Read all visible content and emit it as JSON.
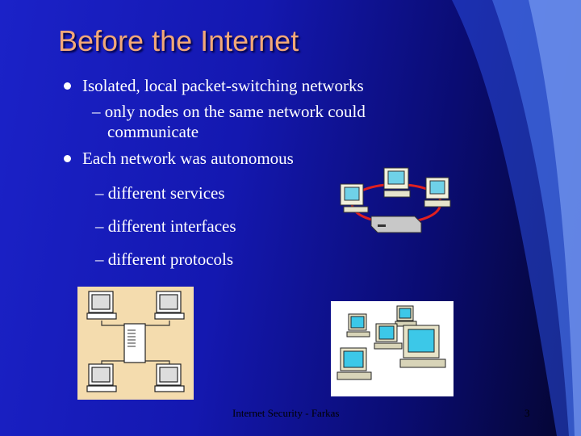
{
  "slide": {
    "title": "Before the Internet",
    "bullets": [
      {
        "text": "Isolated, local packet-switching networks"
      },
      {
        "text": "Each network was autonomous"
      }
    ],
    "sub_bullets": [
      {
        "line1": "– only nodes on the same network could",
        "line2": "communicate"
      },
      {
        "text": "– different services"
      },
      {
        "text": "– different interfaces"
      },
      {
        "text": "– different protocols"
      }
    ],
    "footer": "Internet Security - Farkas",
    "page_number": "3"
  },
  "colors": {
    "title": "#f3a878",
    "text": "#ffffff",
    "background_left": "#1b22c8",
    "background_right": "#04052e"
  },
  "icons": [
    "ring-network-clipart",
    "star-network-clipart",
    "computer-group-clipart"
  ]
}
